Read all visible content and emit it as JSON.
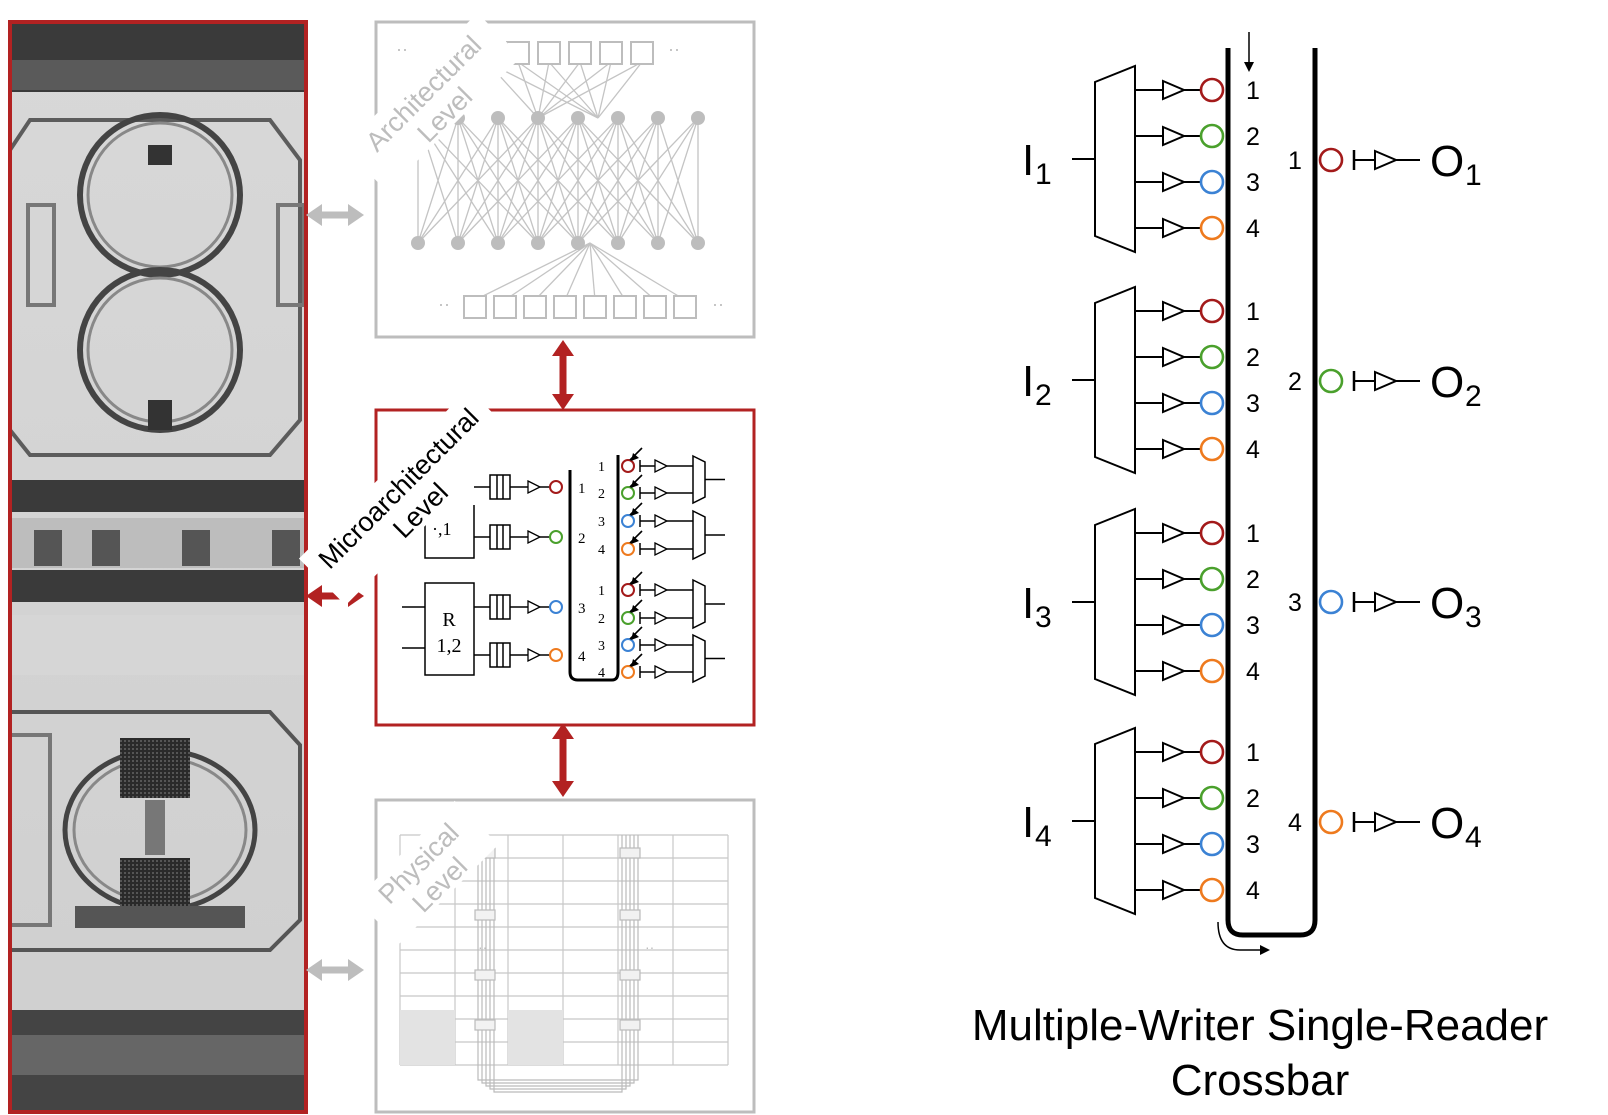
{
  "levels": {
    "architectural": "Architectural Level",
    "architectural_line1": "Architectural",
    "architectural_line2": "Level",
    "microarchitectural_line1": "Microarchitectural",
    "microarchitectural_line2": "Level",
    "physical_line1": "Physical",
    "physical_line2": "Level"
  },
  "micro": {
    "router_label_line1": "R",
    "router_label_line2": "1,2",
    "partial_label": "·,1",
    "writer_numbers": [
      "1",
      "2",
      "3",
      "4"
    ],
    "reader_numbers": [
      "1",
      "2",
      "3",
      "4",
      "1",
      "2",
      "3",
      "4"
    ],
    "arch_dots": "··",
    "phys_dots": "··"
  },
  "crossbar": {
    "title_line1": "Multiple-Writer Single-Reader",
    "title_line2": "Crossbar",
    "inputs": [
      {
        "name": "I",
        "sub": "1"
      },
      {
        "name": "I",
        "sub": "2"
      },
      {
        "name": "I",
        "sub": "3"
      },
      {
        "name": "I",
        "sub": "4"
      }
    ],
    "outputs": [
      {
        "name": "O",
        "sub": "1",
        "num": "1"
      },
      {
        "name": "O",
        "sub": "2",
        "num": "2"
      },
      {
        "name": "O",
        "sub": "3",
        "num": "3"
      },
      {
        "name": "O",
        "sub": "4",
        "num": "4"
      }
    ],
    "wavelength_labels": [
      "1",
      "2",
      "3",
      "4"
    ],
    "colors": {
      "lambda1": "#a31a1a",
      "lambda2": "#4aa02c",
      "lambda3": "#3b82d4",
      "lambda4": "#ee7a1e"
    }
  },
  "colors": {
    "accent_red": "#b22222",
    "gray": "#bdbdbd"
  }
}
